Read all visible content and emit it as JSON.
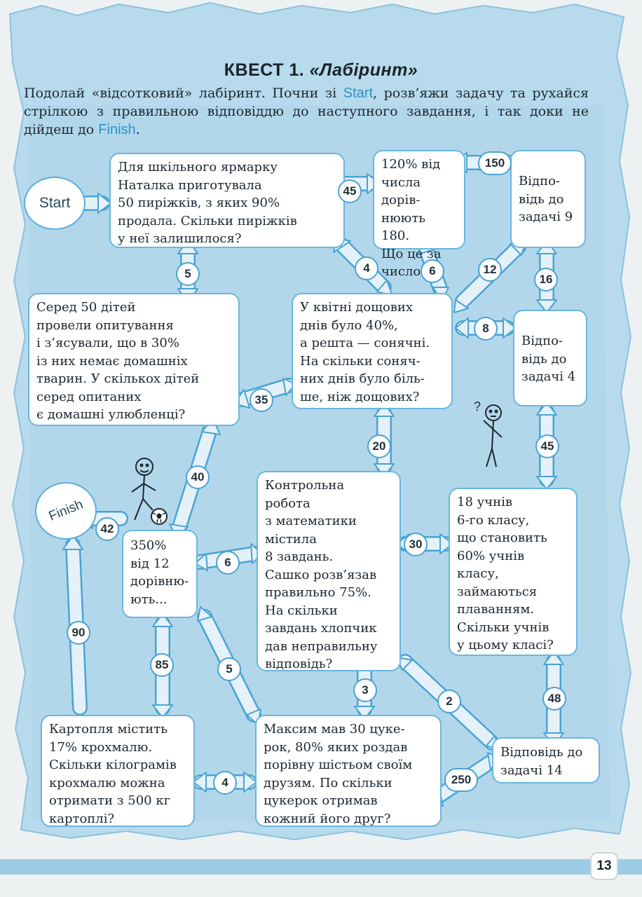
{
  "title": {
    "main": "КВЕСТ 1.",
    "sub": "«Лабіринт»"
  },
  "intro": {
    "p1": "Подолай «відсотковий» лабіринт. Почни зі",
    "start_word": "Start",
    "p2": ", розв’яжи задачу та рухайся стрілкою з правильною відповіддю до наступного завдання, і так доки не дійдеш до",
    "finish_word": "Finish",
    "p3": "."
  },
  "start_label": "Start",
  "finish_label": "Finish",
  "boxes": {
    "b1": [
      "Для шкільного ярмарку",
      "Наталка приготувала",
      "50 пиріжків, з яких 90%",
      "продала. Скільки пиріжків",
      "у неї залишилося?"
    ],
    "b2": [
      "120% від",
      "числа дорів-",
      "нюють 180.",
      "Що це за",
      "число?"
    ],
    "b3": [
      "Відпо-",
      "відь до",
      "задачі 9"
    ],
    "b4": [
      "Серед 50 дітей",
      "провели опитування",
      "і з’ясували, що в 30%",
      "із них немає домашніх",
      "тварин. У скількох дітей",
      "серед опитаних",
      "є домашні улюбленці?"
    ],
    "b5": [
      "У квітні дощових",
      "днів було 40%,",
      "а решта — сонячні.",
      "На скільки соняч-",
      "них днів було біль-",
      "ше, ніж дощових?"
    ],
    "b6": [
      "Відпо-",
      "відь до",
      "задачі 4"
    ],
    "b7": [
      "350%",
      "від 12",
      "дорівню-",
      "ють..."
    ],
    "b8": [
      "Контрольна",
      "робота",
      "з математики",
      "містила",
      "8 завдань.",
      "Сашко розв’язав",
      "правильно 75%.",
      "На скільки",
      "завдань хлопчик",
      "дав неправильну",
      "відповідь?"
    ],
    "b9": [
      "18 учнів",
      "6-го класу,",
      "що становить",
      "60% учнів",
      "класу,",
      "займаються",
      "плаванням.",
      "Скільки учнів",
      "у цьому класі?"
    ],
    "b10": [
      "Картопля містить",
      "17% крохмалю.",
      "Скільки кілограмів",
      "крохмалю можна",
      "отримати з 500 кг",
      "картоплі?"
    ],
    "b11": [
      "Максим мав 30 цуке-",
      "рок, 80% яких роздав",
      "порівну шістьом своїм",
      "друзям. По скільки",
      "цукерок отримав",
      "кожний його друг?"
    ],
    "b12": [
      "Відповідь до",
      "задачі 14"
    ]
  },
  "answers": {
    "a45top": "45",
    "a150": "150",
    "a4": "4",
    "a6top": "6",
    "a12": "12",
    "a5top": "5",
    "a16": "16",
    "a8": "8",
    "a35": "35",
    "a20": "20",
    "a45right": "45",
    "a40": "40",
    "a42": "42",
    "a6mid": "6",
    "a30": "30",
    "a90": "90",
    "a85": "85",
    "a5bot": "5",
    "a3": "3",
    "a2": "2",
    "a48": "48",
    "a4bot": "4",
    "a250": "250"
  },
  "page_number": "13",
  "colors": {
    "arrow": "#d6eaf6",
    "arrow_stroke": "#4aa3d4",
    "frame": "#b7daed",
    "accent": "#2b93c4"
  }
}
